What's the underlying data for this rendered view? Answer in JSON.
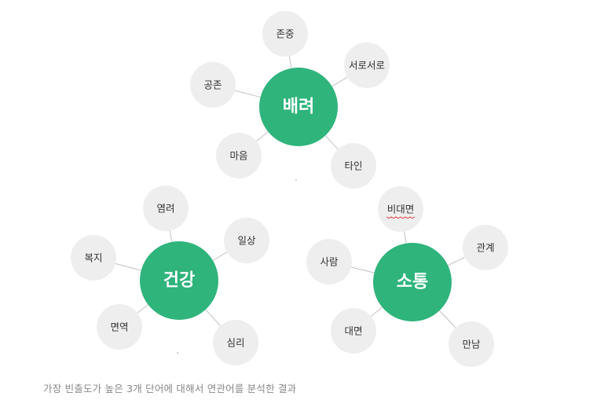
{
  "colors": {
    "hub": "#2fb47c",
    "leaf": "#eeeeee",
    "edge": "#c2c2c2",
    "caption": "#888888"
  },
  "clusters": [
    {
      "hub": "배려",
      "leaves": [
        "존중",
        "서로서로",
        "공존",
        "마음",
        "타인"
      ]
    },
    {
      "hub": "건강",
      "leaves": [
        "염려",
        "일상",
        "복지",
        "면역",
        "심리"
      ]
    },
    {
      "hub": "소통",
      "leaves": [
        "비대면",
        "관계",
        "사람",
        "대면",
        "만남"
      ]
    }
  ],
  "caption": "가장 빈출도가 높은 3개 단어에 대해서 연관어를 분석한 결과"
}
